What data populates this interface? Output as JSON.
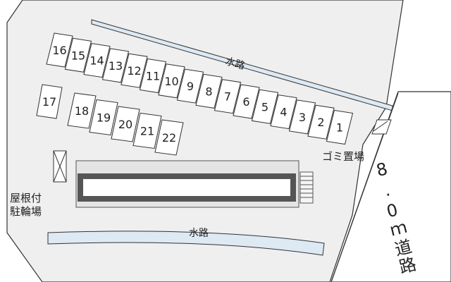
{
  "map": {
    "colors": {
      "lot": "#efefef",
      "outline": "#333333",
      "water": "#dde9f3",
      "building_outer": "#555555",
      "building_inner": "#ffffff",
      "text": "#222222"
    },
    "labels": {
      "canal_north": "水路",
      "canal_south": "水路",
      "road": "8.0ｍ道路",
      "garbage": "ゴミ置場",
      "bike_parking": "屋根付\n駐輪場"
    },
    "parking_rows": [
      {
        "row": "north",
        "spaces": [
          "16",
          "15",
          "14",
          "13",
          "12",
          "11",
          "10",
          "9",
          "8",
          "7",
          "6",
          "5",
          "4",
          "3",
          "2",
          "1"
        ]
      },
      {
        "row": "west",
        "spaces": [
          "17"
        ]
      },
      {
        "row": "middle",
        "spaces": [
          "18",
          "19",
          "20",
          "21",
          "22"
        ]
      }
    ]
  }
}
